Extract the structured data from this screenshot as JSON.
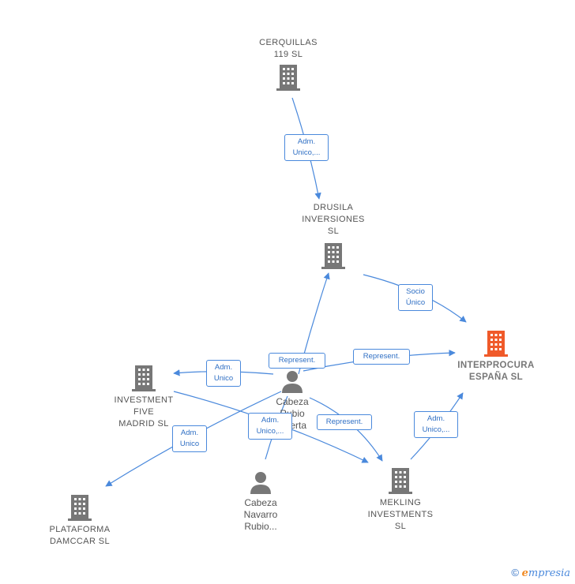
{
  "colors": {
    "edge": "#4a89dc",
    "building": "#777777",
    "main_building": "#f05a2a",
    "person": "#777777"
  },
  "nodes": {
    "cerquillas": {
      "label": "CERQUILLAS\n119  SL",
      "icon": "building-icon"
    },
    "drusila": {
      "label": "DRUSILA\nINVERSIONES\nSL",
      "icon": "building-icon"
    },
    "interprocura": {
      "label": "INTERPROCURA\nESPAÑA  SL",
      "icon": "building-icon"
    },
    "investment_five": {
      "label": "INVESTMENT\nFIVE\nMADRID  SL",
      "icon": "building-icon"
    },
    "plataforma": {
      "label": "PLATAFORMA\nDAMCCAR  SL",
      "icon": "building-icon"
    },
    "mekling": {
      "label": "MEKLING\nINVESTMENTS\nSL",
      "icon": "building-icon"
    },
    "cabeza_rubio": {
      "label": "Cabeza\nRubio\nHuerta",
      "icon": "person-icon"
    },
    "cabeza_navarro": {
      "label": "Cabeza\nNavarro\nRubio...",
      "icon": "person-icon"
    }
  },
  "edges": {
    "e1": "Adm.\nUnico,...",
    "e2": "Socio\nÚnico",
    "e3": "Represent.",
    "e4": "Represent.",
    "e5": "Adm.\nUnico",
    "e6": "Adm.\nUnico",
    "e7": "Adm.\nUnico,...",
    "e8": "Represent.",
    "e9": "Adm.\nUnico,..."
  },
  "footer": {
    "copyright": "©",
    "brand_initial": "e",
    "brand_rest": "mpresia"
  }
}
